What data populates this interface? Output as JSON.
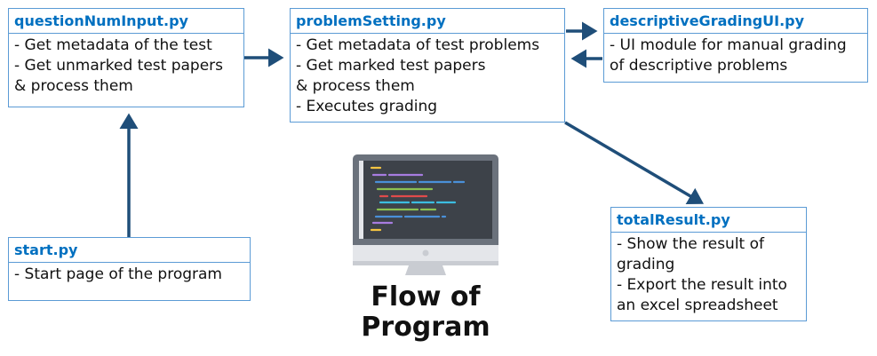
{
  "modules": {
    "questionNumInput": {
      "title": "questionNumInput.py",
      "lines": [
        "- Get metadata of the test",
        "- Get unmarked test papers",
        "& process them"
      ]
    },
    "start": {
      "title": "start.py",
      "lines": [
        "- Start page of the program"
      ]
    },
    "problemSetting": {
      "title": "problemSetting.py",
      "lines": [
        "- Get metadata of test problems",
        "- Get marked test papers",
        "& process them",
        "- Executes grading"
      ]
    },
    "descriptiveGradingUI": {
      "title": "descriptiveGradingUI.py",
      "lines": [
        "- UI module for manual grading",
        "of descriptive problems"
      ]
    },
    "totalResult": {
      "title": "totalResult.py",
      "lines": [
        "- Show the result of",
        "grading",
        "- Export the result into",
        "an excel spreadsheet"
      ]
    }
  },
  "diagram_title": {
    "line1": "Flow of",
    "line2": "Program"
  },
  "colors": {
    "border": "#5b9bd5",
    "title": "#0070c0",
    "arrow": "#1f4e79"
  }
}
